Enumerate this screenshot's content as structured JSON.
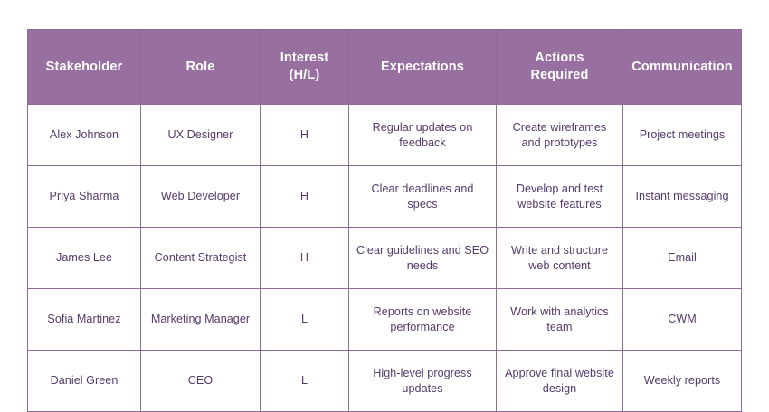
{
  "table": {
    "name": "stakeholder-analysis-table",
    "colors": {
      "header_background": "#9770a0",
      "header_text": "#ffffff",
      "border": "#8d6d96",
      "body_text": "#553a6b",
      "cell_background": "#ffffff",
      "page_background": "#ffffff"
    },
    "columns": [
      {
        "key": "stakeholder",
        "label": "Stakeholder"
      },
      {
        "key": "role",
        "label": "Role"
      },
      {
        "key": "interest",
        "label": "Interest (H/L)"
      },
      {
        "key": "expectations",
        "label": "Expectations"
      },
      {
        "key": "actions",
        "label": "Actions Required"
      },
      {
        "key": "communication",
        "label": "Communication"
      }
    ],
    "header_lines": {
      "stakeholder": [
        "Stakeholder"
      ],
      "role": [
        "Role"
      ],
      "interest": [
        "Interest",
        "(H/L)"
      ],
      "expectations": [
        "Expectations"
      ],
      "actions": [
        "Actions",
        "Required"
      ],
      "communication": [
        "Communication"
      ]
    },
    "rows": [
      {
        "stakeholder": "Alex Johnson",
        "role": "UX Designer",
        "interest": "H",
        "expectations": "Regular updates on feedback",
        "actions": "Create wireframes and prototypes",
        "communication": "Project meetings"
      },
      {
        "stakeholder": "Priya Sharma",
        "role": "Web Developer",
        "interest": "H",
        "expectations": "Clear deadlines and specs",
        "actions": "Develop and test website features",
        "communication": "Instant messaging"
      },
      {
        "stakeholder": "James Lee",
        "role": "Content Strategist",
        "interest": "H",
        "expectations": "Clear guidelines and SEO needs",
        "actions": "Write and structure web content",
        "communication": "Email"
      },
      {
        "stakeholder": "Sofia Martinez",
        "role": "Marketing Manager",
        "interest": "L",
        "expectations": "Reports on website performance",
        "actions": "Work with analytics team",
        "communication": "CWM"
      },
      {
        "stakeholder": "Daniel Green",
        "role": "CEO",
        "interest": "L",
        "expectations": "High-level progress updates",
        "actions": "Approve final website design",
        "communication": "Weekly reports"
      }
    ]
  }
}
